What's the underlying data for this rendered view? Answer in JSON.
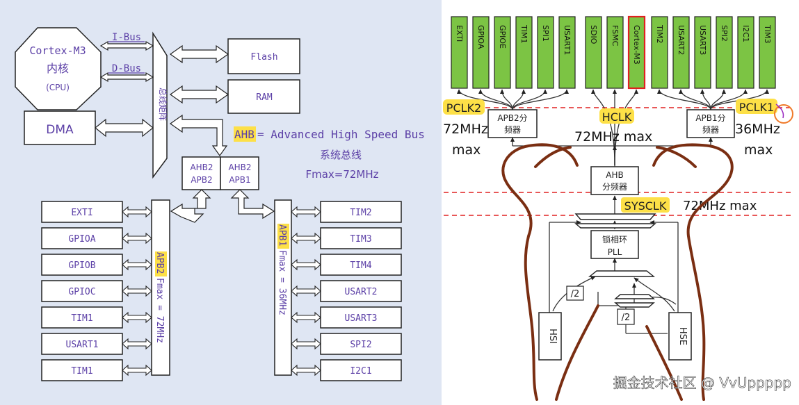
{
  "left": {
    "cpu": {
      "line1": "Cortex-M3",
      "line2": "内核",
      "line3": "(CPU)"
    },
    "ibus": "I-Bus",
    "dbus": "D-Bus",
    "dma": "DMA",
    "bus_matrix": "总线矩阵",
    "flash": "Flash",
    "ram": "RAM",
    "bridge1": {
      "line1": "AHB2",
      "line2": "APB2"
    },
    "bridge2": {
      "line1": "AHB2",
      "line2": "APB1"
    },
    "ahb": {
      "abbr": "AHB",
      "rest": " = Advanced High Speed Bus",
      "cn": "系统总线",
      "fmax": "Fmax=72MHz"
    },
    "apb2": {
      "abbr": "APB2",
      "rest": " Fmax = 72MHz"
    },
    "apb1": {
      "abbr": "APB1",
      "rest": " Fmax = 36MHz"
    },
    "apb2_periph": [
      "EXTI",
      "GPIOA",
      "GPIOB",
      "GPIOC",
      "TIM1",
      "USART1",
      "TIM1"
    ],
    "apb1_periph": [
      "TIM2",
      "TIM3",
      "TIM4",
      "USART2",
      "USART3",
      "SPI2",
      "I2C1"
    ]
  },
  "right": {
    "green_left": [
      "EXTI",
      "GPIOA",
      "GPIOE",
      "TIM1",
      "SPI1",
      "USART1"
    ],
    "green_mid": [
      "SDIO",
      "FSMC",
      "Cortex-M3"
    ],
    "green_right": [
      "TIM2",
      "USART2",
      "USART3",
      "SPI2",
      "I2C1",
      "TIM3"
    ],
    "pclk2": "PCLK2",
    "hclk": "HCLK",
    "pclk1": "PCLK1",
    "apb2_div": {
      "line1": "APB2分",
      "line2": "频器"
    },
    "apb1_div": {
      "line1": "APB1分",
      "line2": "频器"
    },
    "f72a": "72MHz",
    "max_a": "max",
    "f72b": "72MHz  max",
    "f36": "36MHz",
    "max_b": "max",
    "ahb_div": {
      "line1": "AHB",
      "line2": "分频器"
    },
    "sysclk": "SYSCLK",
    "sysclk_freq": "72MHz max",
    "pll": {
      "line1": "锁相环",
      "line2": "PLL"
    },
    "div2a": "/2",
    "div2b": "/2",
    "hsi": "HSI",
    "hse": "HSE"
  },
  "watermark": "掘金技术社区 @ VvUppppp",
  "colors": {
    "highlight": "#fde047",
    "green": "#7cc444",
    "red_dash": "#e02020",
    "brown": "#7a2e12",
    "purple_text": "#5b3fa6"
  }
}
